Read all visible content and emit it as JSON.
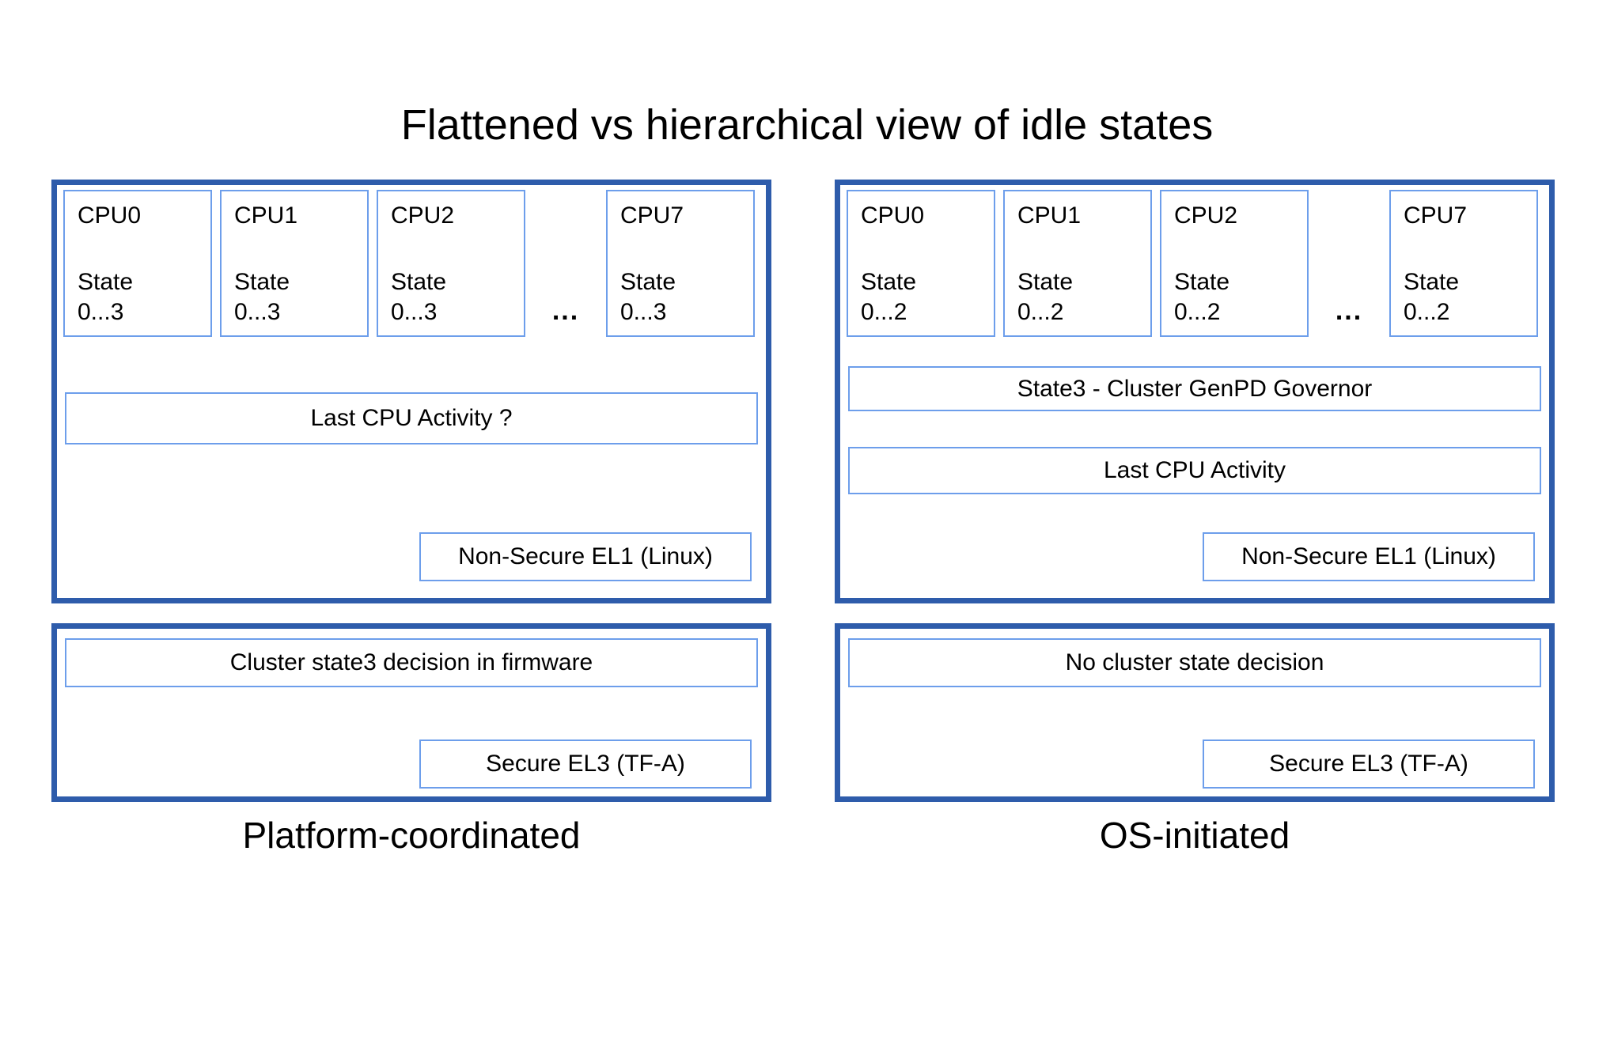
{
  "title": "Flattened vs hierarchical view of idle states",
  "ellipsis": "...",
  "colors": {
    "outer_border": "#2e5cab",
    "inner_border": "#6d9eeb",
    "text": "#000000",
    "background": "#ffffff"
  },
  "left_panel": {
    "label": "Platform-coordinated",
    "cpus": [
      {
        "name": "CPU0",
        "state_line1": "State",
        "state_line2": "0...3"
      },
      {
        "name": "CPU1",
        "state_line1": "State",
        "state_line2": "0...3"
      },
      {
        "name": "CPU2",
        "state_line1": "State",
        "state_line2": "0...3"
      },
      {
        "name": "CPU7",
        "state_line1": "State",
        "state_line2": "0...3"
      }
    ],
    "activity_box": "Last CPU Activity ?",
    "el1_box": "Non-Secure EL1 (Linux)",
    "decision_box": "Cluster state3 decision in firmware",
    "el3_box": "Secure EL3 (TF-A)"
  },
  "right_panel": {
    "label": "OS-initiated",
    "cpus": [
      {
        "name": "CPU0",
        "state_line1": "State",
        "state_line2": "0...2"
      },
      {
        "name": "CPU1",
        "state_line1": "State",
        "state_line2": "0...2"
      },
      {
        "name": "CPU2",
        "state_line1": "State",
        "state_line2": "0...2"
      },
      {
        "name": "CPU7",
        "state_line1": "State",
        "state_line2": "0...2"
      }
    ],
    "governor_box": "State3 - Cluster GenPD Governor",
    "activity_box": "Last CPU Activity",
    "el1_box": "Non-Secure EL1 (Linux)",
    "decision_box": "No cluster state decision",
    "el3_box": "Secure EL3 (TF-A)"
  }
}
